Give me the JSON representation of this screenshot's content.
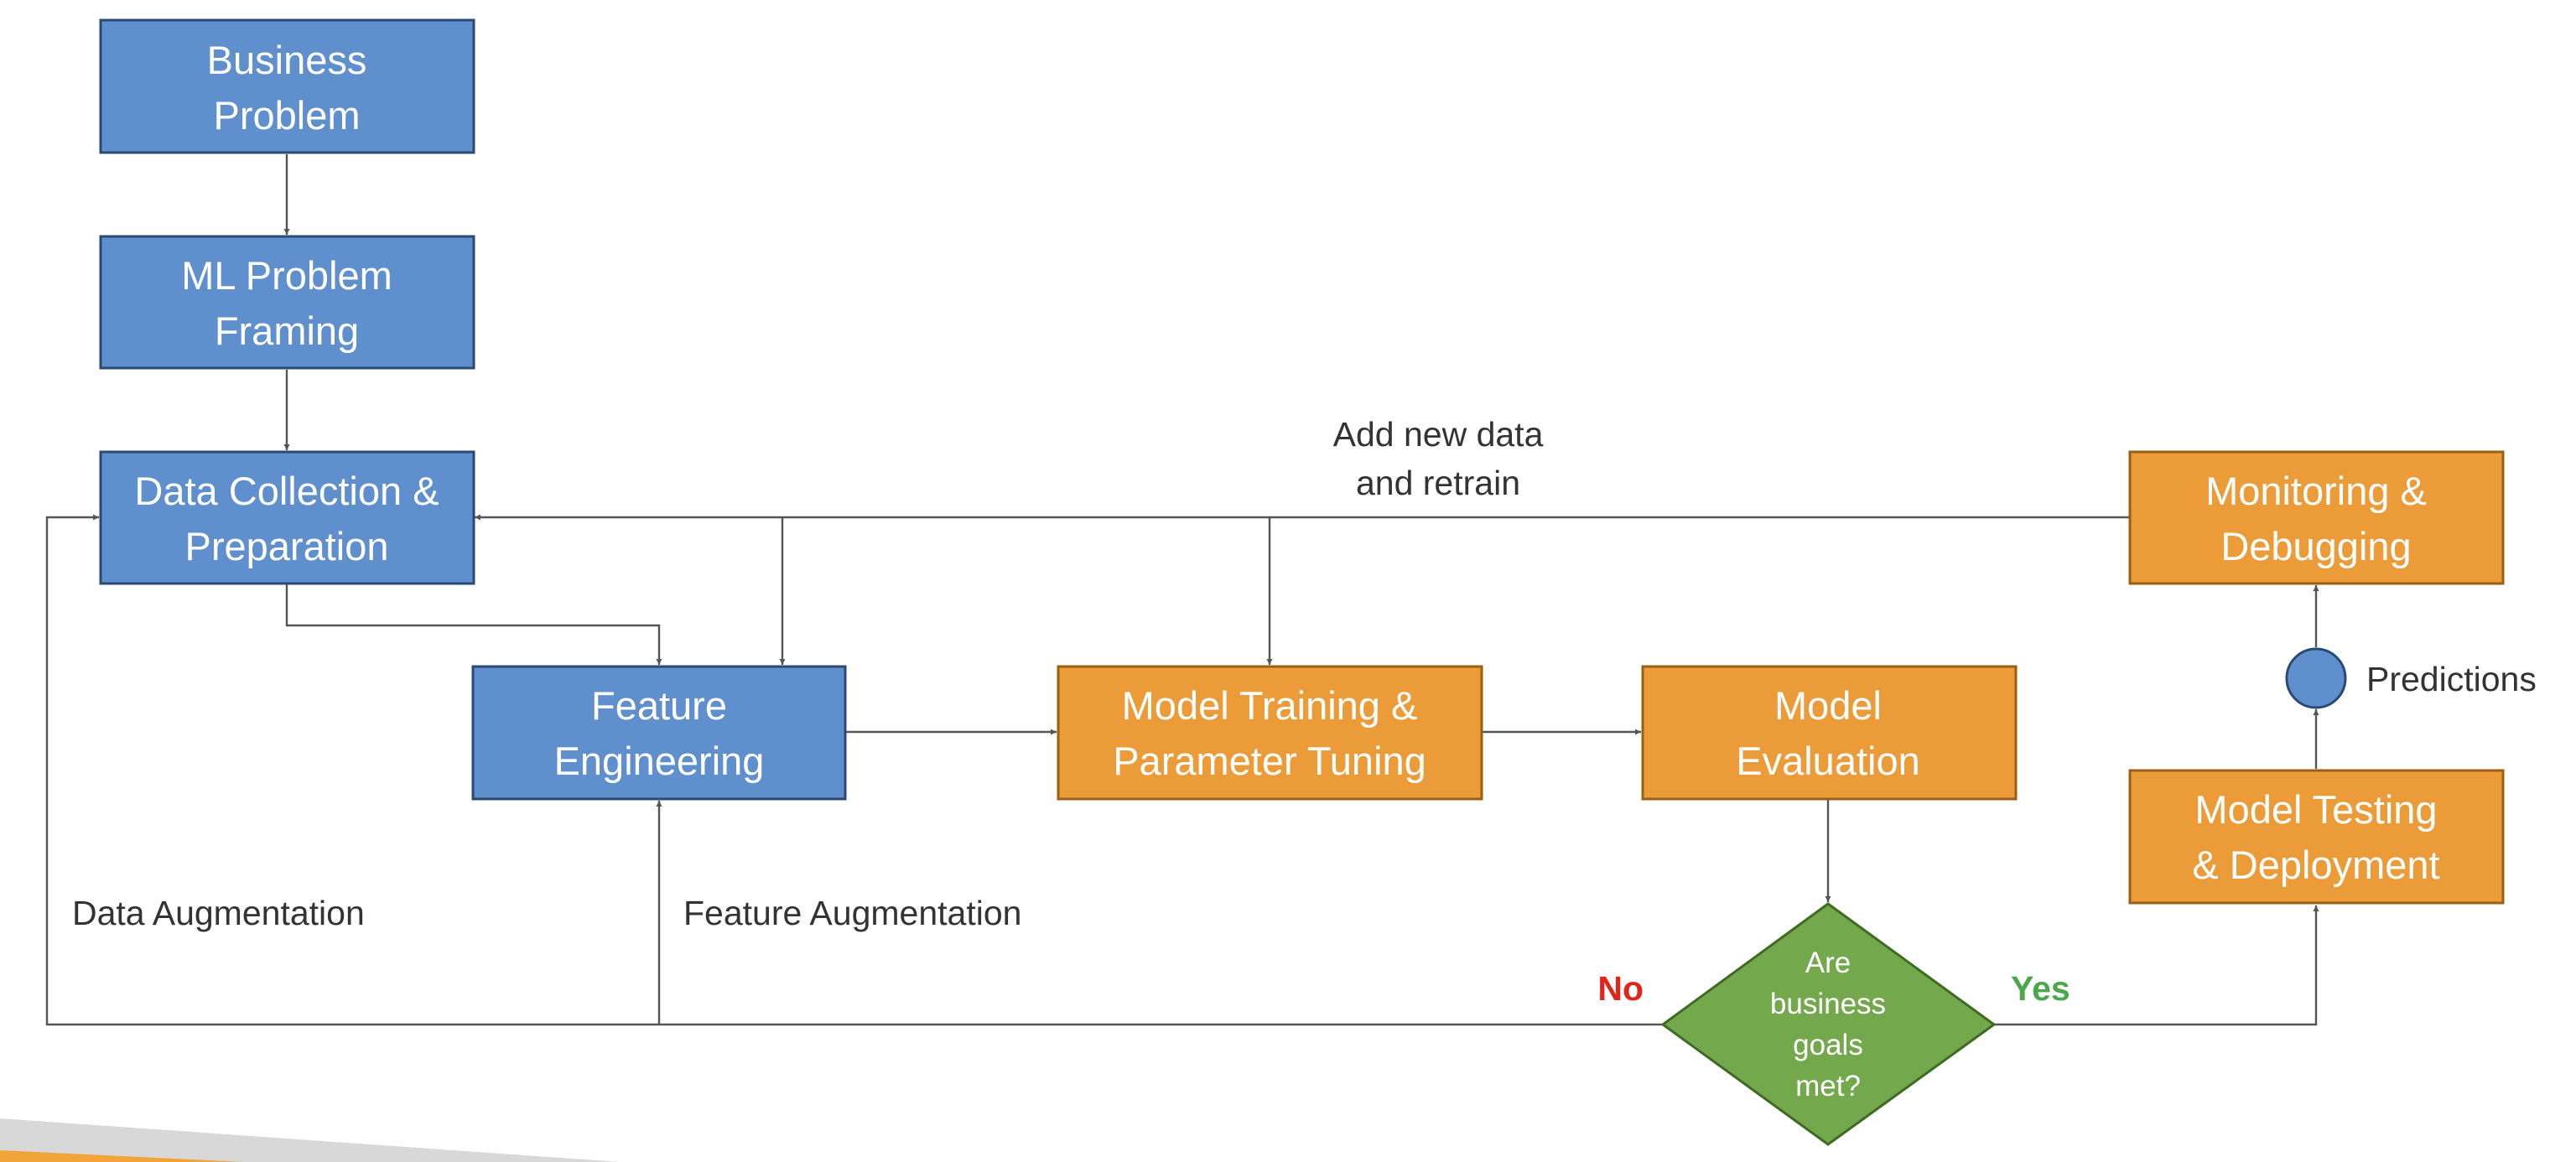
{
  "colors": {
    "blue_fill": "#5f8fcd",
    "blue_stroke": "#2b4a73",
    "orange_fill": "#eb9c38",
    "orange_stroke": "#9a5f12",
    "green_fill": "#73a84d",
    "green_stroke": "#3f6b22",
    "no_color": "#e1251b",
    "yes_color": "#4aa84a",
    "edge_color": "#555555",
    "label_color": "#333333"
  },
  "nodes": {
    "business_problem": [
      "Business",
      "Problem"
    ],
    "ml_problem_framing": [
      "ML Problem",
      "Framing"
    ],
    "data_collection": [
      "Data Collection &",
      "Preparation"
    ],
    "feature_engineering": [
      "Feature",
      "Engineering"
    ],
    "model_training": [
      "Model Training &",
      "Parameter Tuning"
    ],
    "model_evaluation": [
      "Model",
      "Evaluation"
    ],
    "decision": [
      "Are",
      "business",
      "goals",
      "met?"
    ],
    "model_testing": [
      "Model Testing",
      "& Deployment"
    ],
    "monitoring": [
      "Monitoring &",
      "Debugging"
    ]
  },
  "labels": {
    "add_new_data": [
      "Add new data",
      "and retrain"
    ],
    "predictions": "Predictions",
    "data_augmentation": "Data Augmentation",
    "feature_augmentation": "Feature Augmentation",
    "no": "No",
    "yes": "Yes"
  }
}
